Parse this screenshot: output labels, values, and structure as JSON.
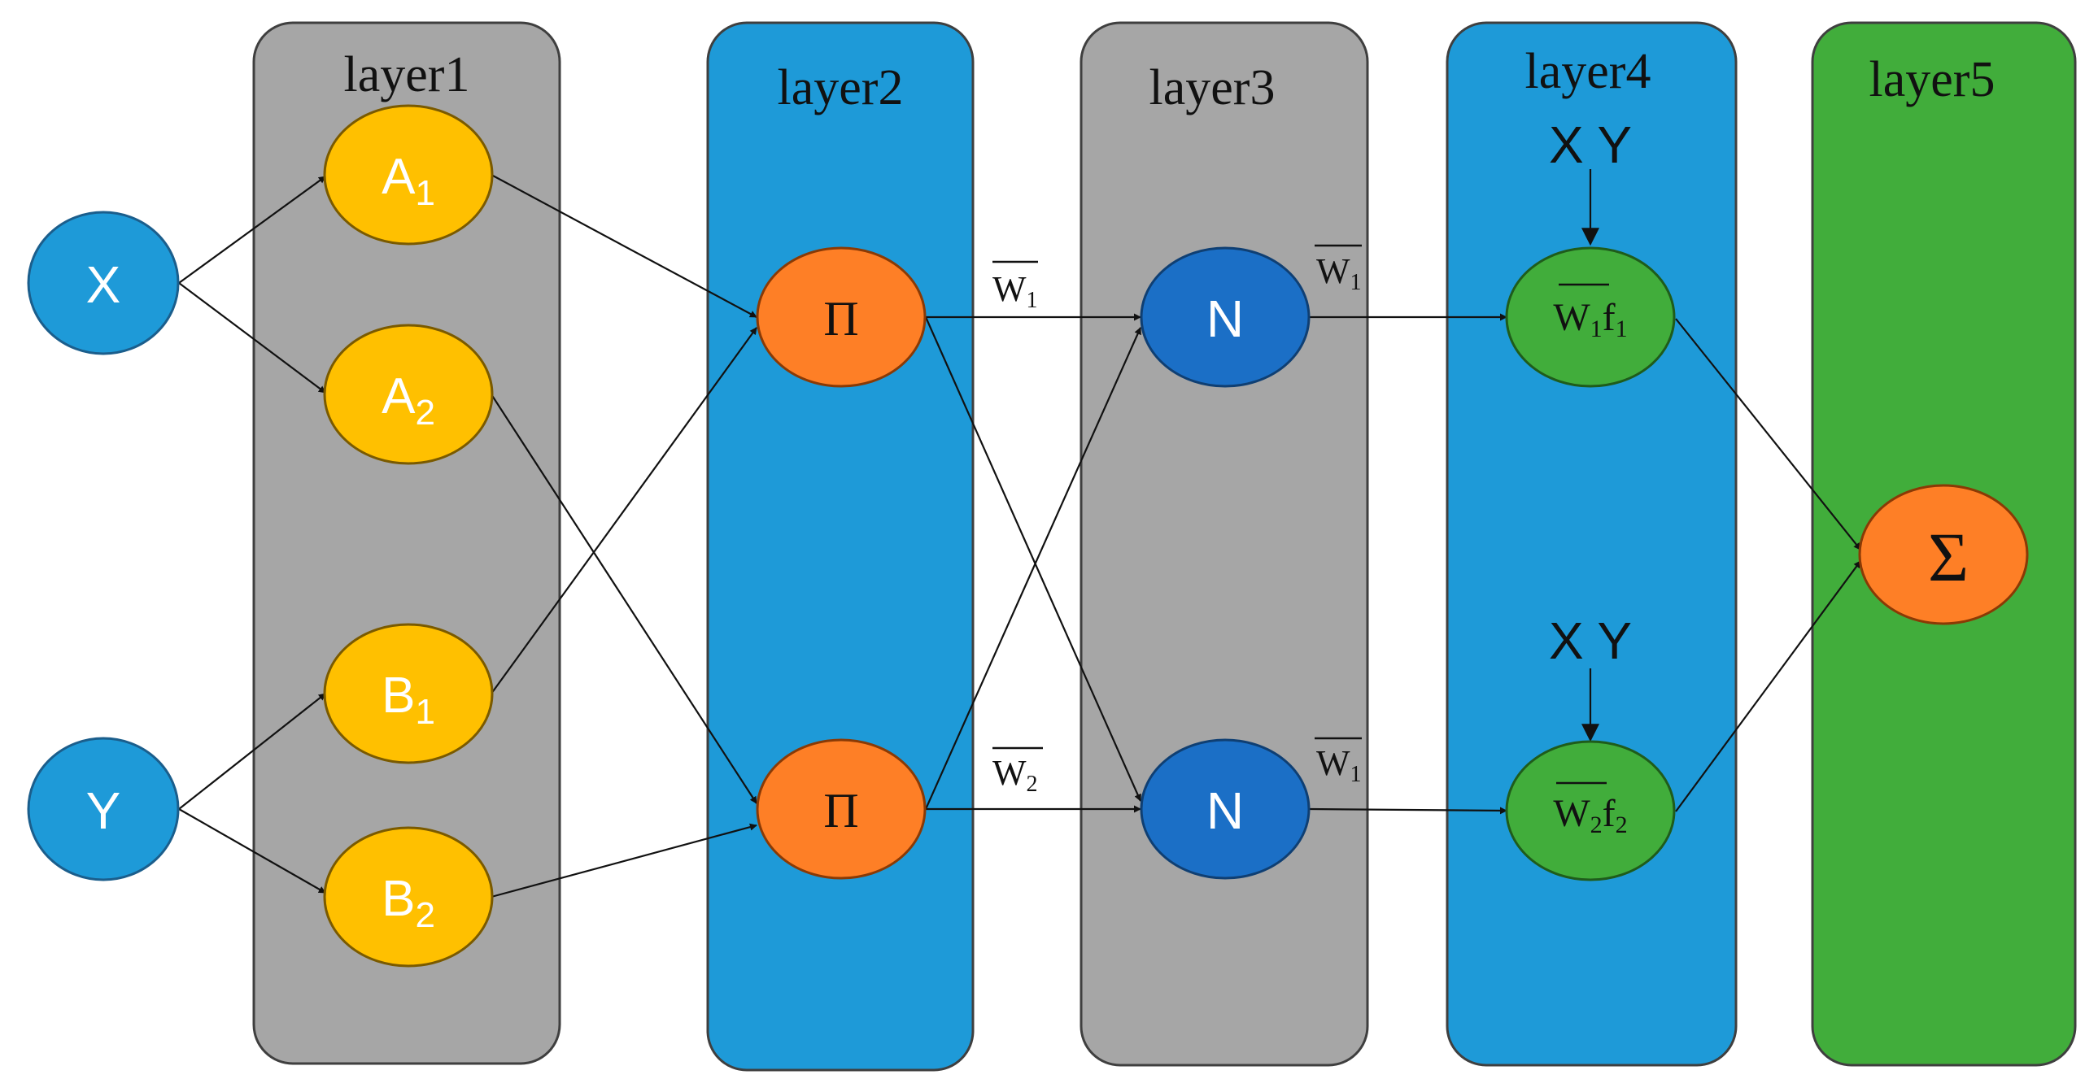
{
  "layers": [
    {
      "title": "layer1",
      "color": "#a6a6a6"
    },
    {
      "title": "layer2",
      "color": "#1e9ad8"
    },
    {
      "title": "layer3",
      "color": "#a6a6a6"
    },
    {
      "title": "layer4",
      "color": "#1e9ad8"
    },
    {
      "title": "layer5",
      "color": "#41ad3b"
    }
  ],
  "inputs": {
    "x": "X",
    "y": "Y",
    "color": "#1e9ad8"
  },
  "membership": {
    "a1": {
      "base": "A",
      "sub": "1"
    },
    "a2": {
      "base": "A",
      "sub": "2"
    },
    "b1": {
      "base": "B",
      "sub": "1"
    },
    "b2": {
      "base": "B",
      "sub": "2"
    },
    "color": "#ffc000"
  },
  "product": {
    "symbol": "Π",
    "color": "#fe7f26"
  },
  "normalize": {
    "symbol": "N",
    "color": "#1b6fc6"
  },
  "edge_labels": {
    "w1_top": {
      "base": "W",
      "sub": "1"
    },
    "w2_bottom": {
      "base": "W",
      "sub": "2"
    },
    "w1_n_top": {
      "base": "W",
      "sub": "1"
    },
    "w1_n_bottom": {
      "base": "W",
      "sub": "1"
    }
  },
  "consequent": {
    "xy_top": "X Y",
    "xy_bottom": "X Y",
    "r1": {
      "w": "W",
      "wsub": "1",
      "f": "f",
      "fsub": "1"
    },
    "r2": {
      "w": "W",
      "wsub": "2",
      "f": "f",
      "fsub": "2"
    },
    "color": "#41ad3b"
  },
  "output": {
    "symbol": "Σ",
    "color": "#fe7f26"
  }
}
